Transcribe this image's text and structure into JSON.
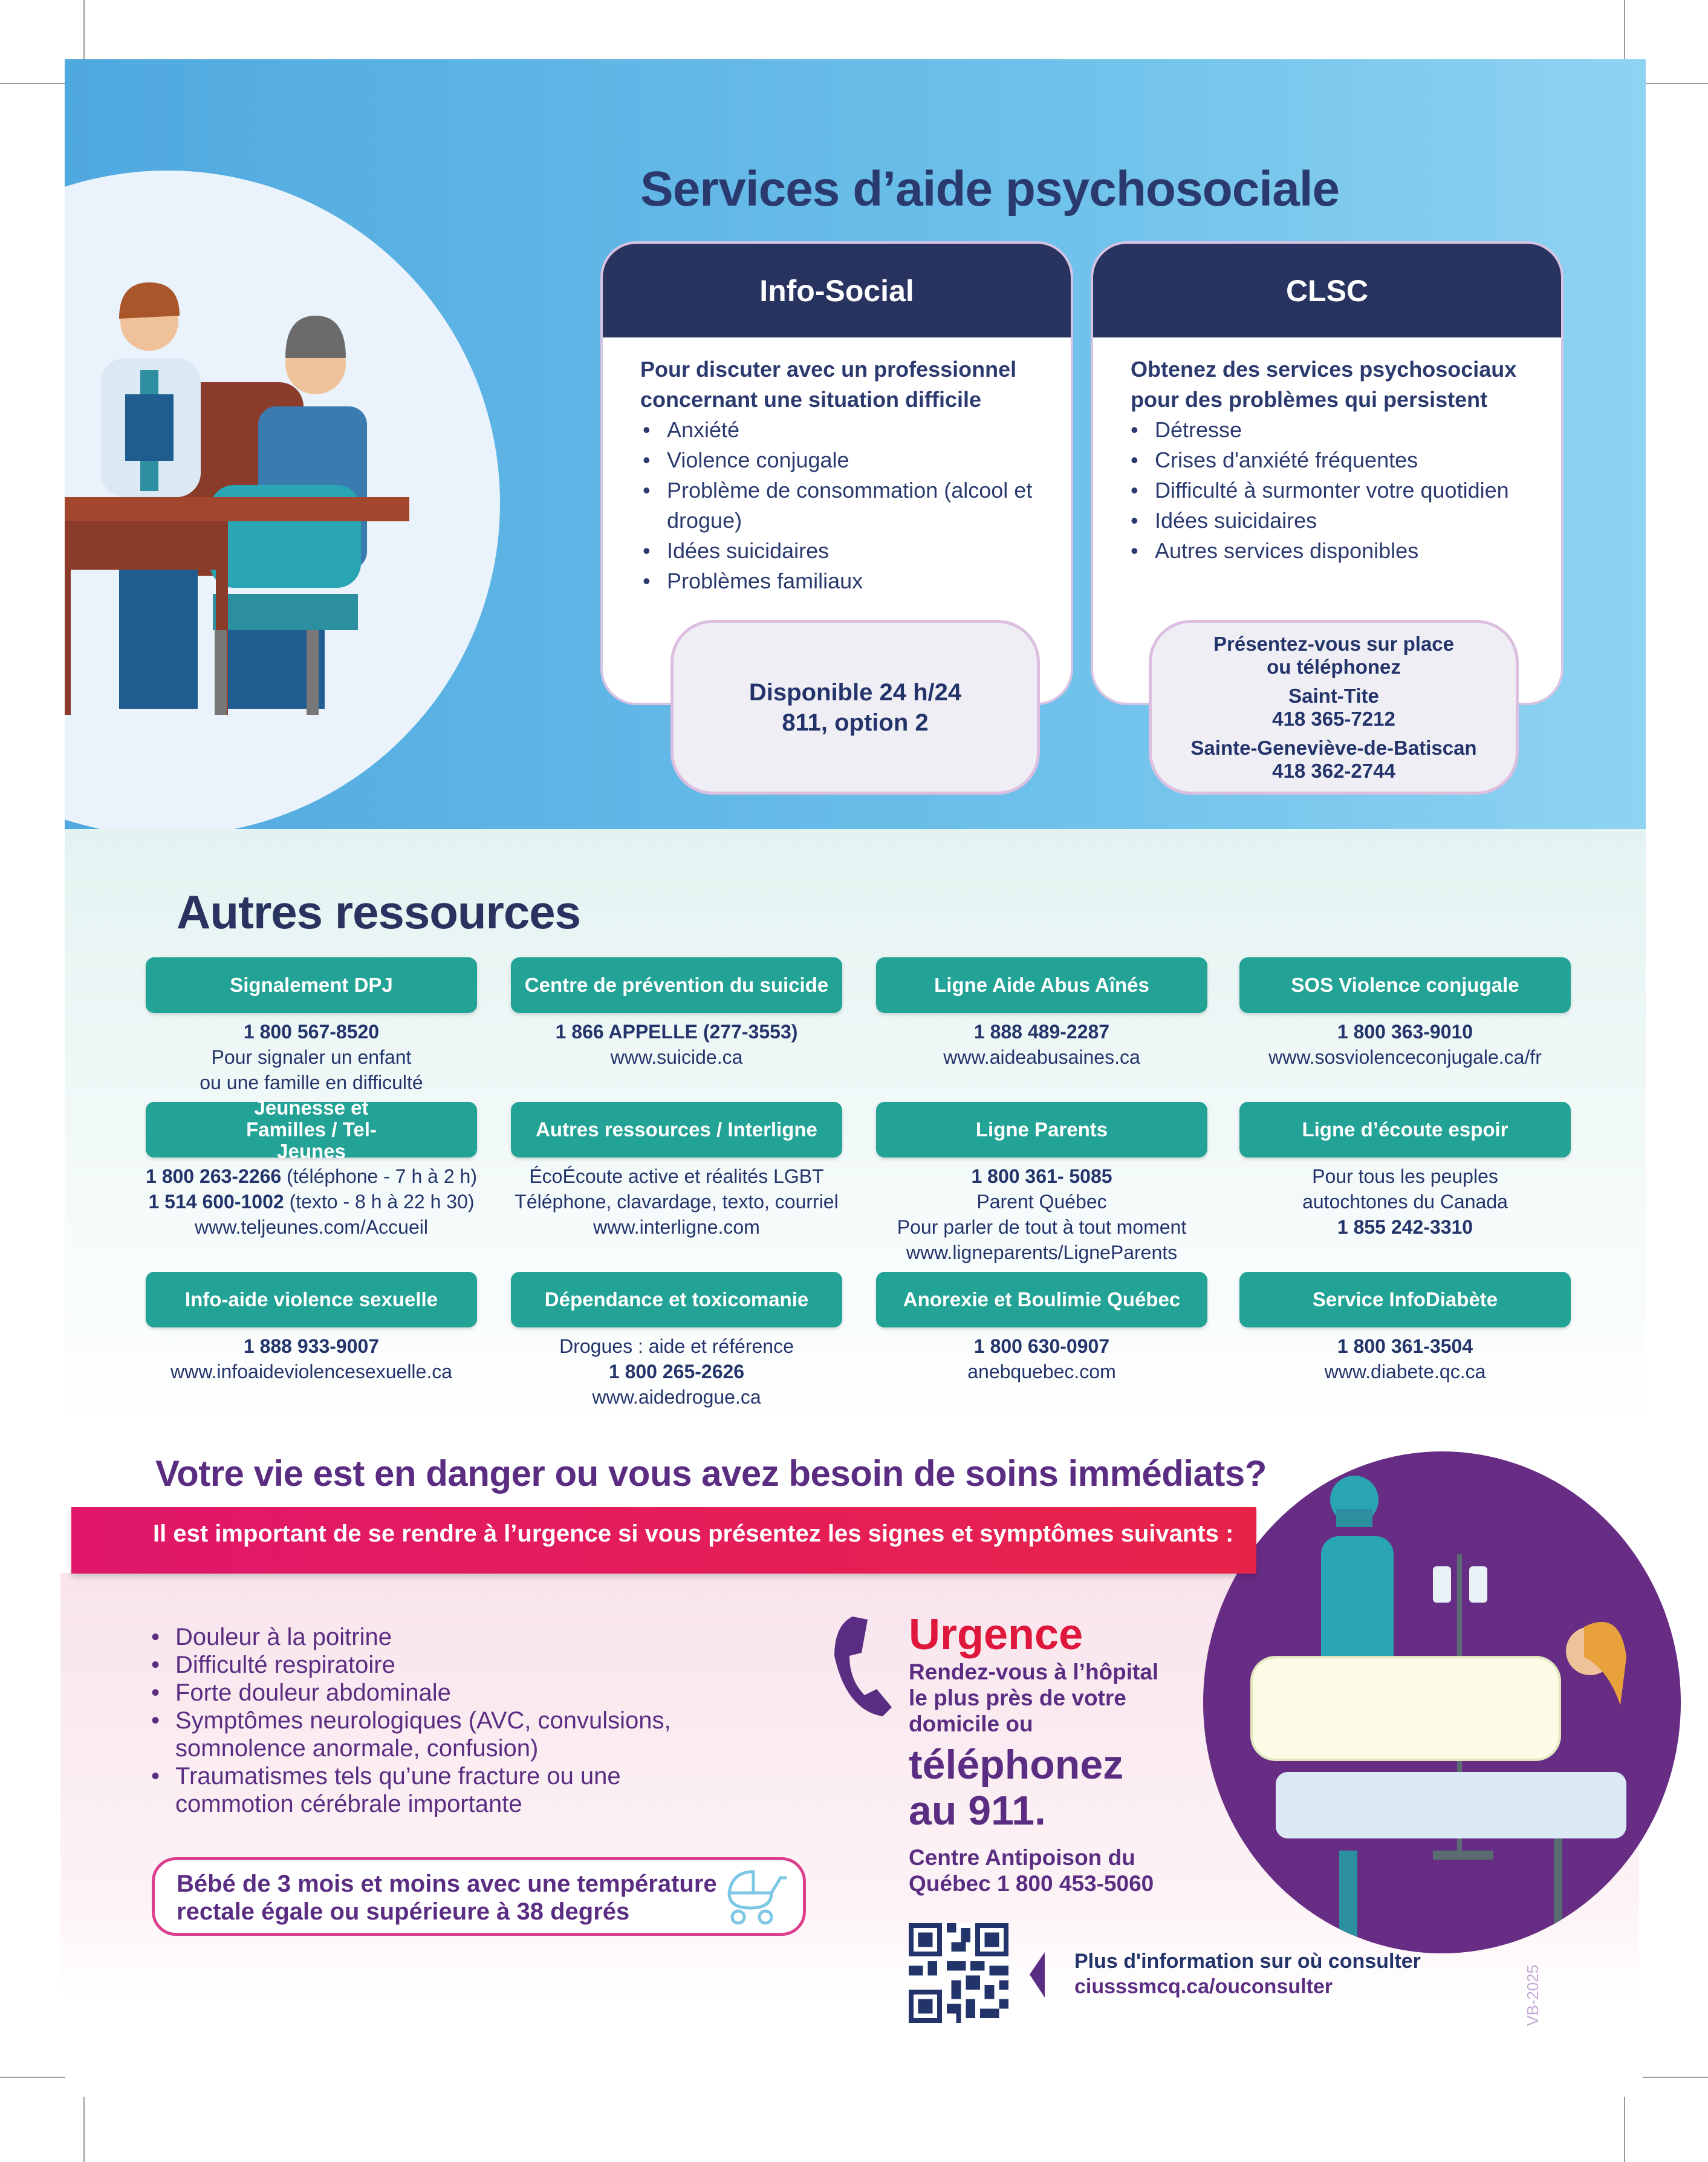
{
  "services": {
    "title": "Services d’aide psychosociale",
    "info_social": {
      "title": "Info-Social",
      "lead": "Pour discuter avec un professionnel concernant une situation difficile",
      "items": [
        "Anxiété",
        "Violence conjugale",
        "Problème de consommation (alcool et drogue)",
        "Idées suicidaires",
        "Problèmes familiaux"
      ],
      "box_line1": "Disponible 24 h/24",
      "box_line2": "811, option 2"
    },
    "clsc": {
      "title": "CLSC",
      "lead": "Obtenez des services psychosociaux pour des problèmes qui persistent",
      "items": [
        "Détresse",
        "Crises d'anxiété fréquentes",
        "Difficulté à surmonter votre quotidien",
        "Idées suicidaires",
        "Autres services disponibles"
      ],
      "box_intro": "Présentez-vous sur place ou téléphonez",
      "loc1": "Saint-Tite",
      "phone1": "418 365-7212",
      "loc2": "Sainte-Geneviève-de-Batiscan",
      "phone2": "418 362-2744"
    }
  },
  "resources": {
    "title": "Autres ressources",
    "items": [
      {
        "name": "Signalement DPJ",
        "lines": [
          {
            "t": "1 800 567-8520",
            "b": true
          },
          {
            "t": "Pour signaler un enfant"
          },
          {
            "t": "ou une famille en difficulté"
          }
        ]
      },
      {
        "name": "Centre de prévention du suicide",
        "lines": [
          {
            "t": "1 866 APPELLE (277-3553)",
            "b": true
          },
          {
            "t": "www.suicide.ca"
          }
        ]
      },
      {
        "name": "Ligne Aide Abus Aînés",
        "lines": [
          {
            "t": "1 888 489-2287",
            "b": true
          },
          {
            "t": "www.aideabusaines.ca"
          }
        ]
      },
      {
        "name": "SOS Violence conjugale",
        "lines": [
          {
            "t": "1 800 363-9010",
            "b": true
          },
          {
            "t": "www.sosviolenceconjugale.ca/fr"
          }
        ]
      },
      {
        "name": "Jeunesse et Familles / Tel-Jeunes",
        "lines": [
          {
            "t": "1 800 263-2266",
            "b": true,
            "s": " (téléphone - 7 h à 2 h)"
          },
          {
            "t": "1 514 600-1002",
            "b": true,
            "s": " (texto - 8 h à 22 h 30)"
          },
          {
            "t": "www.teljeunes.com/Accueil"
          }
        ]
      },
      {
        "name": "Autres ressources / Interligne",
        "lines": [
          {
            "t": "ÉcoÉcoute active et réalités LGBT"
          },
          {
            "t": "Téléphone, clavardage, texto, courriel"
          },
          {
            "t": "www.interligne.com"
          }
        ]
      },
      {
        "name": "Ligne Parents",
        "lines": [
          {
            "t": "1 800 361- 5085",
            "b": true
          },
          {
            "t": "Parent Québec"
          },
          {
            "t": "Pour parler de tout à tout moment"
          },
          {
            "t": "www.ligneparents/LigneParents"
          }
        ]
      },
      {
        "name": "Ligne d’écoute espoir",
        "lines": [
          {
            "t": "Pour tous les peuples"
          },
          {
            "t": "autochtones du Canada"
          },
          {
            "t": "1 855 242-3310",
            "b": true
          }
        ]
      },
      {
        "name": "Info-aide violence sexuelle",
        "lines": [
          {
            "t": "1 888 933-9007",
            "b": true
          },
          {
            "t": "www.infoaideviolencesexuelle.ca"
          }
        ]
      },
      {
        "name": "Dépendance et toxicomanie",
        "lines": [
          {
            "t": "Drogues : aide et référence"
          },
          {
            "t": "1 800 265-2626",
            "b": true
          },
          {
            "t": "www.aidedrogue.ca"
          }
        ]
      },
      {
        "name": "Anorexie et Boulimie Québec",
        "lines": [
          {
            "t": "1 800 630-0907",
            "b": true
          },
          {
            "t": "anebquebec.com"
          }
        ]
      },
      {
        "name": "Service InfoDiabète",
        "lines": [
          {
            "t": "1 800 361-3504",
            "b": true
          },
          {
            "t": "www.diabete.qc.ca"
          }
        ]
      }
    ]
  },
  "emergency": {
    "heading": "Votre vie est en danger ou vous avez besoin de soins immédiats?",
    "bar_pre": "Il est important de se rendre à ",
    "bar_bold": "l’urgence",
    "bar_post": " si vous présentez les signes et symptômes suivants :",
    "symptoms": [
      "Douleur à la poitrine",
      "Difficulté respiratoire",
      "Forte douleur abdominale",
      "Symptômes neurologiques (AVC, convulsions, somnolence anormale, confusion)",
      "Traumatismes tels qu’une fracture ou une commotion cérébrale importante"
    ],
    "baby": "Bébé de 3 mois et moins avec une température rectale égale ou supérieure à 38 degrés",
    "urgence_title": "Urgence",
    "urgence_text": "Rendez-vous à l’hôpital le plus près de votre domicile ou",
    "call_text": "téléphonez au 911.",
    "antipoison": "Centre Antipoison du Québec 1 800 453-5060",
    "more_info": "Plus d'information sur où consulter",
    "more_url": "ciusssmcq.ca/ouconsulter",
    "code": "VB-2025"
  },
  "colors": {
    "navy": "#283360",
    "teal": "#23a396",
    "purple": "#5b2d82",
    "red": "#e0173c"
  }
}
